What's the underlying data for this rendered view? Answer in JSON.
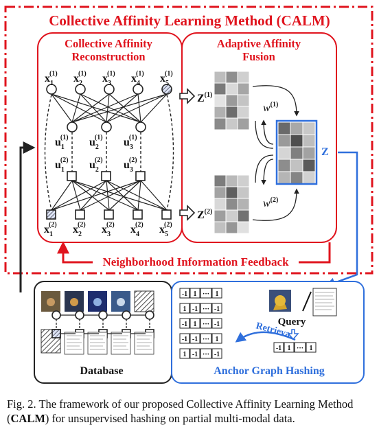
{
  "title": "Collective Affinity Learning Method (CALM)",
  "reconstruction": {
    "line1": "Collective Affinity",
    "line2": "Reconstruction"
  },
  "fusion": {
    "line1": "Adaptive Affinity",
    "line2": "Fusion"
  },
  "feedback": "Neighborhood Information Feedback",
  "x_top": [
    "x",
    "x",
    "x",
    "x",
    "x"
  ],
  "x_top_sup": "(1)",
  "x_bot_sup": "(2)",
  "subs": [
    "1",
    "2",
    "3",
    "4",
    "5"
  ],
  "u_sup1": "(1)",
  "u_sup2": "(2)",
  "u_subs": [
    "1",
    "2",
    "3"
  ],
  "z1": "Z",
  "z1_sup": "(1)",
  "z2": "Z",
  "z2_sup": "(2)",
  "z": "Z",
  "w1": "w",
  "w1_sup": "(1)",
  "w2": "w",
  "w2_sup": "(2)",
  "database": "Database",
  "anchor": "Anchor Graph Hashing",
  "query": "Query",
  "retrieval": "Retrieval",
  "codes": [
    [
      "-1",
      "1",
      "···",
      "1"
    ],
    [
      "1",
      "-1",
      "···",
      "-1"
    ],
    [
      "-1",
      "1",
      "···",
      "-1"
    ],
    [
      "-1",
      "-1",
      "···",
      "1"
    ],
    [
      "1",
      "-1",
      "···",
      "-1"
    ]
  ],
  "query_code": [
    "-1",
    "1",
    "···",
    "1"
  ],
  "caption": {
    "prefix": "Fig. 2.  The framework of our proposed Collective Affinity Learning Method (",
    "bold": "CALM",
    "suffix": ") for unsupervised hashing on partial multi-modal data."
  },
  "colors": {
    "red": "#e0141e",
    "blue": "#2f6fdc"
  }
}
